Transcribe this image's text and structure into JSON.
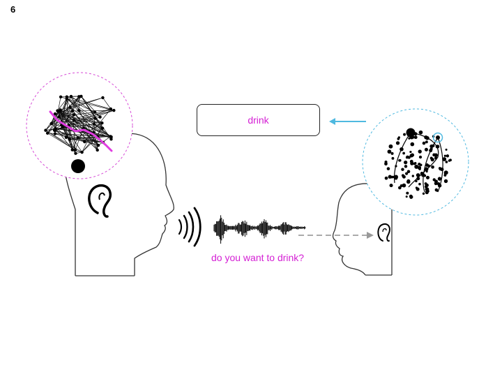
{
  "slide": {
    "number": "6"
  },
  "speaker": {
    "brain_path_color": "#e03ce0",
    "brain_circle_color": "#d64ad6"
  },
  "listener": {
    "brain_circle_color": "#4fb9e0",
    "arrow_color": "#4fb9e0",
    "highlight_color": "#4fb9e0"
  },
  "recognized": {
    "word": "drink"
  },
  "utterance": {
    "text": "do you want to drink?"
  },
  "icons": {
    "speaker_ear": "ear-icon",
    "listener_ear": "ear-icon",
    "sound": "sound-waves-icon",
    "waveform": "audio-waveform-icon",
    "transmission_arrow": "dashed-arrow-right-icon",
    "recognition_arrow": "arrow-left-icon"
  }
}
